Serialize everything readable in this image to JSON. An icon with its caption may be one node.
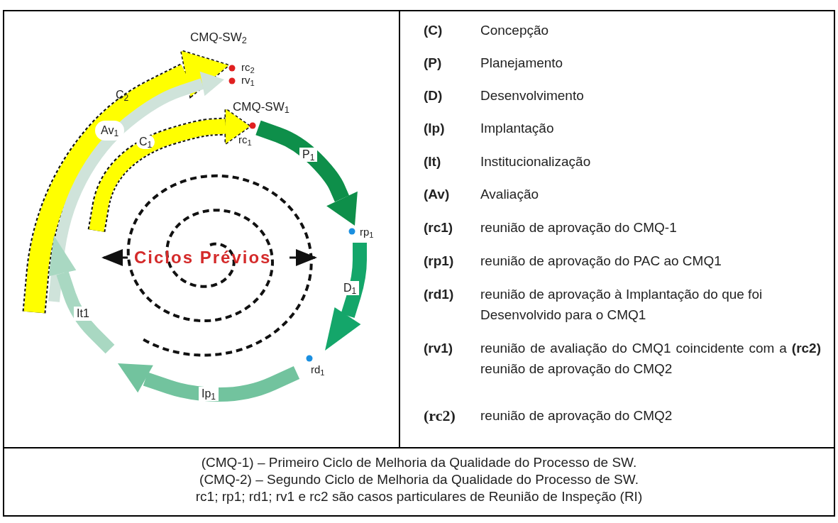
{
  "diagram": {
    "labels": [
      "CMQ-SW$_{2}$",
      "rc$_{2}$",
      "rv$_{1}$",
      "C$_{2}$",
      "CMQ-SW$_{1}$",
      "Av$_{1}$",
      "C$_{1}$",
      "rc$_{1}$",
      "P$_{1}$",
      "rp$_{1}$",
      "Ciclos Prévios",
      "D$_{1}$",
      "It1",
      "rd$_{1}$",
      "Ip$_{1}$",
      "(C)",
      "Concepção",
      "(P)",
      "Planejamento",
      "(D)",
      "Desenvolvimento",
      "(Ip)",
      "Implantação",
      "(It)",
      "Institucionalização",
      "(Av)",
      "Avaliação",
      "(rc1)",
      "reunião de aprovação do CMQ-1",
      "(rp1)",
      "reunião de aprovação do PAC ao CMQ1",
      "(rd1)",
      "reunião de aprovação à Implantação do que foi Desenvolvido para o CMQ1",
      "(rv1)",
      "reunião de avaliação do CMQ1 coincidente com a **(rc2)** reunião de aprovação do CMQ2",
      "(rc2)",
      "reunião de aprovação do CMQ2",
      "(CMQ-1) – Primeiro Ciclo de Melhoria da Qualidade do Processo de SW.",
      "(CMQ-2) – Segundo Ciclo de Melhoria da Qualidade do Processo de SW.",
      "rc1; rp1; rd1; rv1 e rc2 são casos particulares de Reunião de Inspeção (RI)"
    ]
  }
}
